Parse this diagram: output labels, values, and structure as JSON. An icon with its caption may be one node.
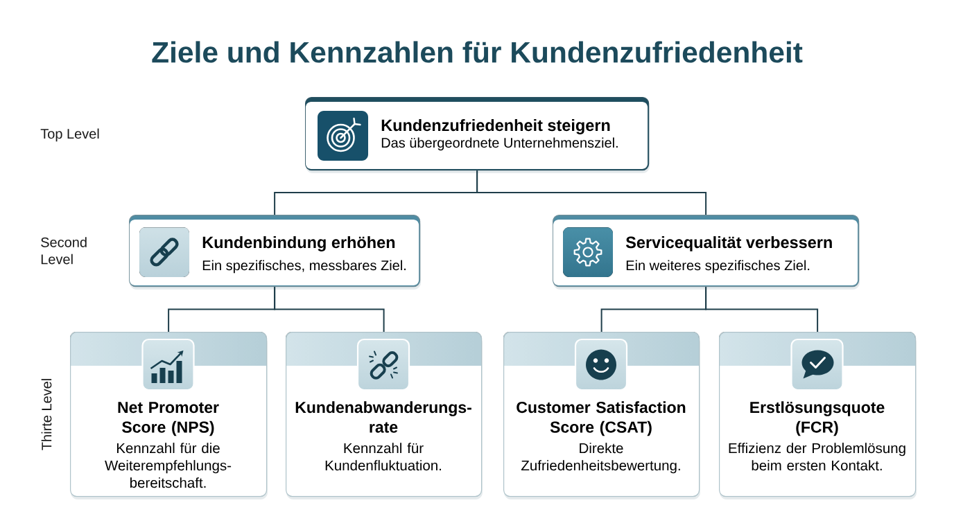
{
  "diagram": {
    "title": "Ziele und Kennzahlen für Kundenzufriedenheit",
    "nodes": [
      {
        "text": [
          "Kundenzufriedenheit steigern",
          "Das übergeordnete Unternehmensziel."
        ]
      },
      {
        "text": [
          "Kundenbindung erhöhen",
          "Ein spezifisches, messbares Ziel."
        ]
      },
      {
        "text": [
          "Servicequalität verbessern",
          "Ein weiteres spezifisches Ziel."
        ]
      },
      {
        "text": [
          "Net Promoter Score (NPS)",
          "Kennzahl für die Weiterempfehlungs- bereitschaft."
        ]
      },
      {
        "text": [
          "Kundenabwanderungs- rate",
          "Kennzahl für Kundenfluktuation."
        ]
      },
      {
        "text": [
          "Customer Satisfaction Score (CSAT)",
          "Direkte Zufriedenheitsbewertung."
        ]
      },
      {
        "text": [
          "Erstlösungsquote (FCR)",
          "Effizienz der Problemlösung beim ersten Kontakt."
        ]
      }
    ],
    "edges": [
      {
        "from": 0,
        "to": 1,
        "arrow": "none"
      },
      {
        "from": 0,
        "to": 2,
        "arrow": "none"
      },
      {
        "from": 1,
        "to": 3,
        "arrow": "none"
      },
      {
        "from": 1,
        "to": 4,
        "arrow": "none"
      },
      {
        "from": 2,
        "to": 5,
        "arrow": "none"
      },
      {
        "from": 2,
        "to": 6,
        "arrow": "none"
      }
    ],
    "labels": [
      "Top Level",
      "Second Level",
      "Thirte Level"
    ]
  }
}
